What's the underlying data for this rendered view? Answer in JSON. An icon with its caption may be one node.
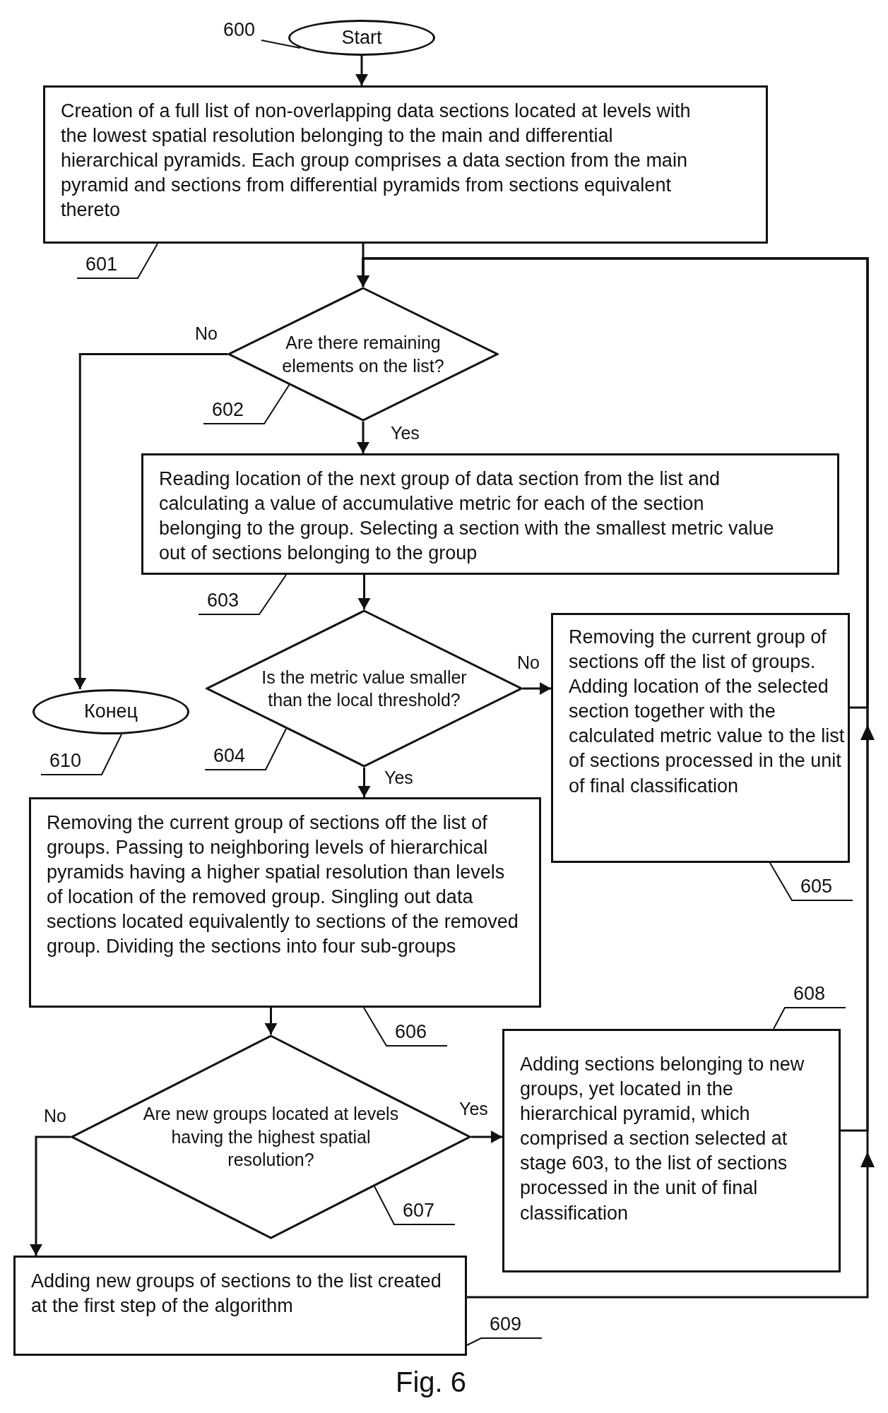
{
  "diagram": {
    "caption": "Fig. 6",
    "nodes": [
      {
        "text": [
          "Start"
        ]
      },
      {
        "text": [
          "Creation of a full list of non-overlapping data sections located at levels with the lowest spatial resolution belonging to the main and differential hierarchical pyramids. Each group comprises a data section from the main pyramid and sections from differential pyramids from sections equivalent thereto"
        ]
      },
      {
        "text": [
          "Are there remaining elements on the list?"
        ]
      },
      {
        "text": [
          "Reading location of the next group of data section from the list and calculating a value of accumulative metric for each of the section belonging to the group. Selecting a section with the smallest metric value out of sections belonging to the group"
        ]
      },
      {
        "text": [
          "Is the metric value smaller than the local threshold?"
        ]
      },
      {
        "text": [
          "Removing the current group of sections off the list of groups. Adding location of the selected section together with the calculated metric value to the list of sections processed in the unit of final classification"
        ]
      },
      {
        "text": [
          "Конец"
        ]
      },
      {
        "text": [
          "Removing the current group of sections off the list of groups. Passing to neighboring levels of hierarchical pyramids having a higher spatial resolution than levels of location of the removed group. Singling out data sections located equivalently to sections of the removed group. Dividing the sections into four sub-groups"
        ]
      },
      {
        "text": [
          "Are new groups located at levels having the highest spatial resolution?"
        ]
      },
      {
        "text": [
          "Adding sections belonging to new groups, yet located in the hierarchical pyramid, which comprised a section selected at stage 603, to the list of sections processed in the unit of final classification"
        ]
      },
      {
        "text": [
          "Adding new groups of sections to the list created at the first step of the algorithm"
        ]
      },
      {
        "text": [
          "600"
        ]
      },
      {
        "text": [
          "601"
        ]
      },
      {
        "text": [
          "602"
        ]
      },
      {
        "text": [
          "603"
        ]
      },
      {
        "text": [
          "604"
        ]
      },
      {
        "text": [
          "605"
        ]
      },
      {
        "text": [
          "606"
        ]
      },
      {
        "text": [
          "607"
        ]
      },
      {
        "text": [
          "608"
        ]
      },
      {
        "text": [
          "609"
        ]
      },
      {
        "text": [
          "610"
        ]
      }
    ],
    "edges": [
      {
        "from": 0,
        "to": 1,
        "arrow": "to"
      },
      {
        "from": 1,
        "to": 2,
        "arrow": "to"
      },
      {
        "from": 2,
        "to": 3,
        "arrow": "to",
        "label": "Yes"
      },
      {
        "from": 2,
        "to": 6,
        "arrow": "to",
        "label": "No"
      },
      {
        "from": 3,
        "to": 4,
        "arrow": "to"
      },
      {
        "from": 4,
        "to": 5,
        "arrow": "to",
        "label": "No"
      },
      {
        "from": 4,
        "to": 7,
        "arrow": "to",
        "label": "Yes"
      },
      {
        "from": 7,
        "to": 8,
        "arrow": "to"
      },
      {
        "from": 8,
        "to": 9,
        "arrow": "to",
        "label": "Yes"
      },
      {
        "from": 8,
        "to": 10,
        "arrow": "to",
        "label": "No"
      },
      {
        "from": 5,
        "to": 2,
        "arrow": "to"
      },
      {
        "from": 9,
        "to": 2,
        "arrow": "to"
      },
      {
        "from": 10,
        "to": 2,
        "arrow": "to"
      },
      {
        "from": 11,
        "to": 0,
        "arrow": "none"
      },
      {
        "from": 12,
        "to": 1,
        "arrow": "none"
      },
      {
        "from": 13,
        "to": 2,
        "arrow": "none"
      },
      {
        "from": 14,
        "to": 3,
        "arrow": "none"
      },
      {
        "from": 15,
        "to": 4,
        "arrow": "none"
      },
      {
        "from": 16,
        "to": 5,
        "arrow": "none"
      },
      {
        "from": 17,
        "to": 7,
        "arrow": "none"
      },
      {
        "from": 18,
        "to": 8,
        "arrow": "none"
      },
      {
        "from": 19,
        "to": 9,
        "arrow": "none"
      },
      {
        "from": 20,
        "to": 10,
        "arrow": "none"
      },
      {
        "from": 21,
        "to": 6,
        "arrow": "none"
      }
    ]
  }
}
